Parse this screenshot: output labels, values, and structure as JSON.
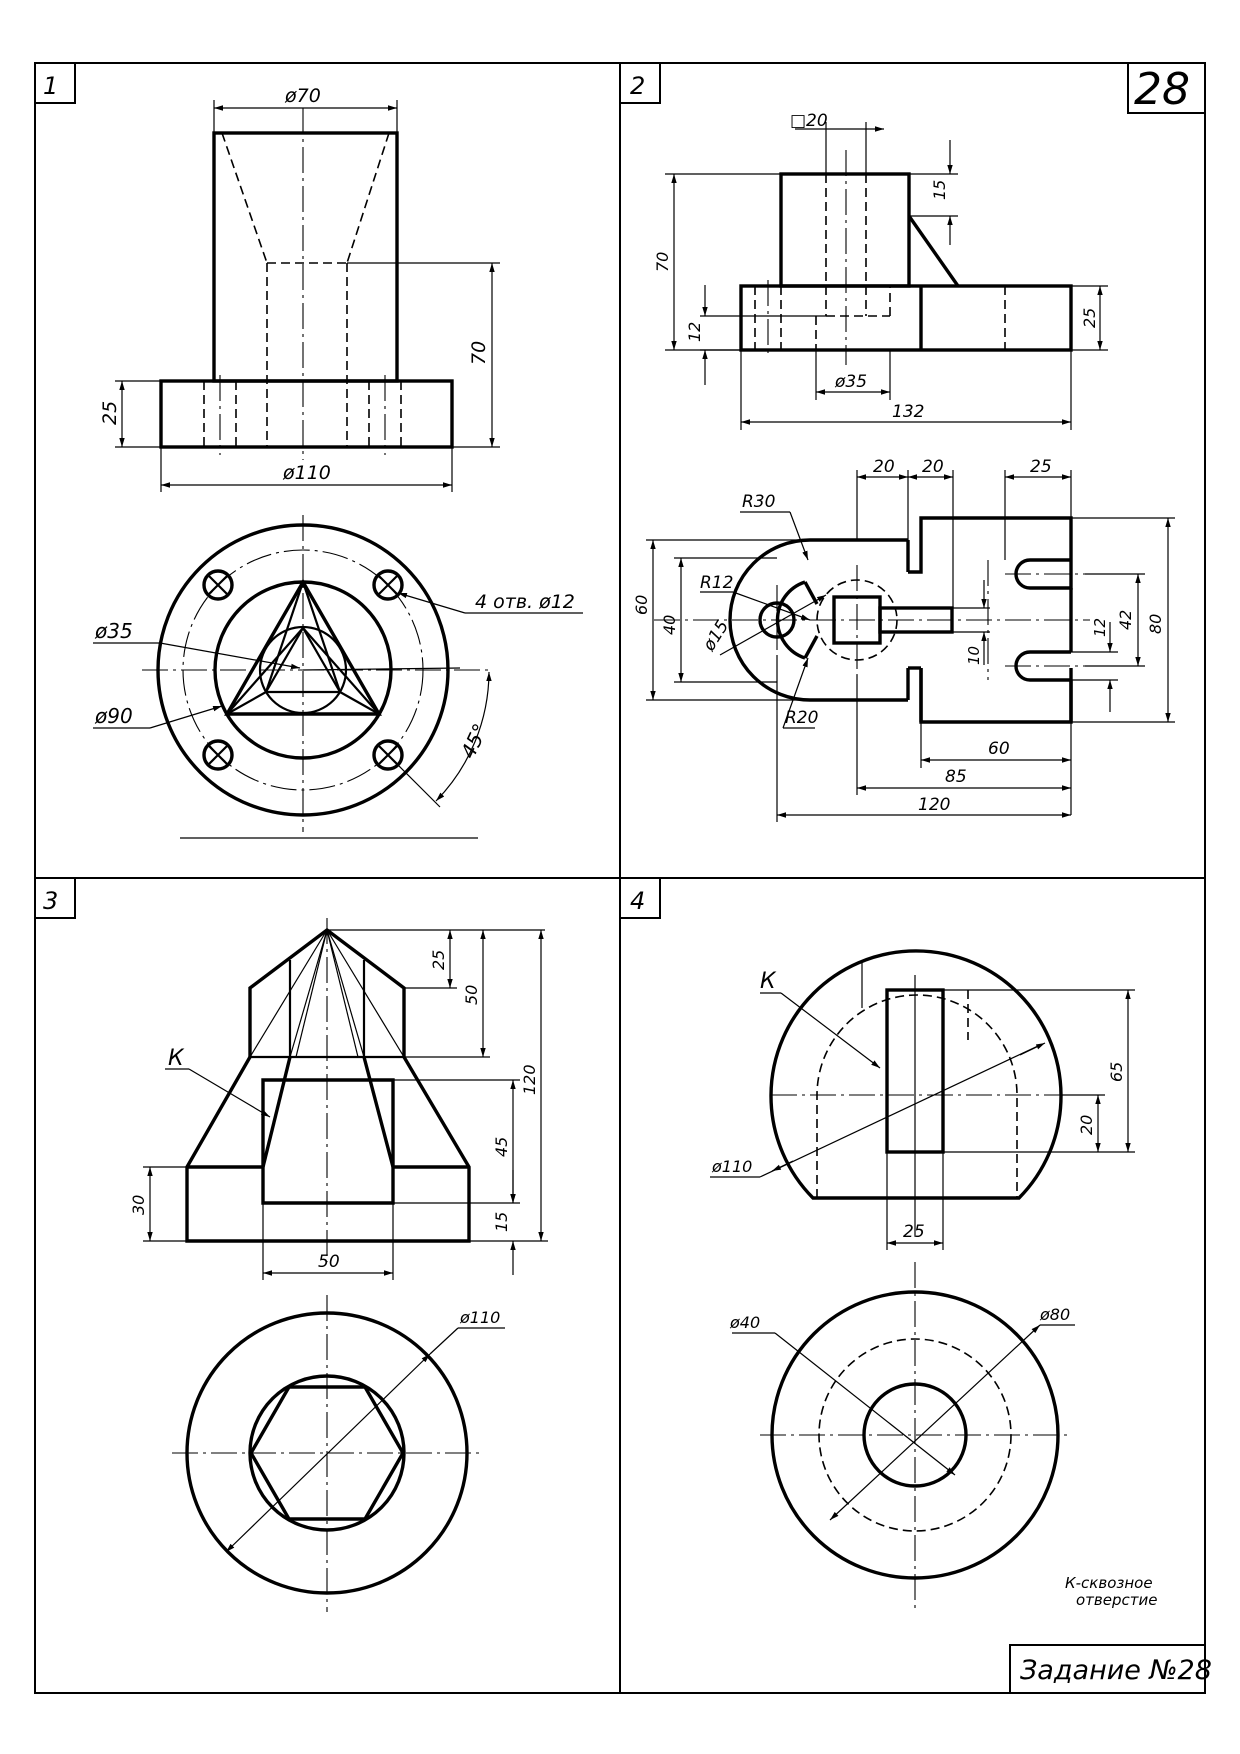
{
  "sheet": {
    "number": "28",
    "task": "Задание №28",
    "note_line1": "К-сквозное",
    "note_line2": "отверстие"
  },
  "panels": [
    {
      "number": "1"
    },
    {
      "number": "2"
    },
    {
      "number": "3"
    },
    {
      "number": "4"
    }
  ],
  "drawing1": {
    "d70": "ø70",
    "h70": "70",
    "h25": "25",
    "d110": "ø110",
    "holes": "4 отв. ø12",
    "d35": "ø35",
    "d90": "ø90",
    "angle": "45°"
  },
  "drawing2": {
    "sq20": "□20",
    "h15": "15",
    "h70": "70",
    "h25": "25",
    "h12": "12",
    "d35": "ø35",
    "w132": "132",
    "w20a": "20",
    "w20b": "20",
    "w25": "25",
    "r30": "R30",
    "r12": "R12",
    "d15": "ø15",
    "r20": "R20",
    "h60": "60",
    "h40": "40",
    "h10": "10",
    "h12b": "12",
    "h42": "42",
    "h80": "80",
    "w60": "60",
    "w85": "85",
    "w120": "120"
  },
  "drawing3": {
    "k": "К",
    "h25": "25",
    "h50": "50",
    "h120": "120",
    "h45": "45",
    "h15": "15",
    "h30": "30",
    "w50": "50",
    "d110": "ø110"
  },
  "drawing4": {
    "k": "К",
    "h65": "65",
    "h20": "20",
    "d110": "ø110",
    "w25": "25",
    "d40": "ø40",
    "d80": "ø80"
  }
}
